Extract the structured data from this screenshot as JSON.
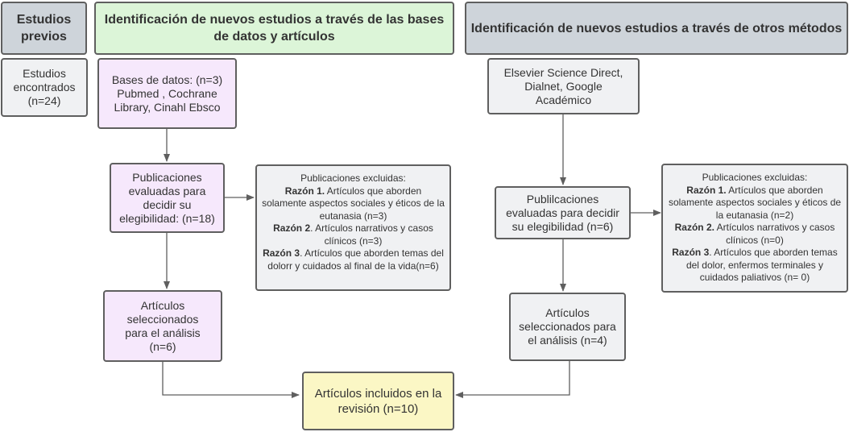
{
  "headers": {
    "previous": "Estudios previos",
    "databases": "Identificación de nuevos estudios a través de las bases de datos y artículos",
    "other": "Identificación de nuevos estudios a través de otros métodos"
  },
  "left": {
    "found": "Estudios encontrados (n=24)",
    "databases": "Bases de datos: (n=3) Pubmed , Cochrane Library, Cinahl  Ebsco",
    "evaluated": "Publicaciones evaluadas para decidir su elegibilidad: (n=18)",
    "excluded": {
      "title": "Publicaciones excluidas:",
      "reason1_label": "Razón 1.",
      "reason1_text": " Artículos  que aborden solamente aspectos sociales y éticos de la eutanasia (n=3)",
      "reason2_label": "Razón 2",
      "reason2_text": ". Artículos  narrativos y casos clínicos (n=3)",
      "reason3_label": "Razón 3",
      "reason3_text": ". Artículos que aborden temas del dolorr y cuidados al final de la vida(n=6)"
    },
    "selected": "Artículos seleccionados para el análisis (n=6)"
  },
  "right": {
    "sources": "Elsevier Science Direct, Dialnet, Google Académico",
    "evaluated": "Publilcaciones evaluadas para decidir su elegibilidad (n=6)",
    "excluded": {
      "title": "Publicaciones excluidas:",
      "reason1_label": "Razón 1.",
      "reason1_text": " Artículos que aborden solamente aspectos sociales y éticos de la eutanasia (n=2)",
      "reason2_label": "Razón 2.",
      "reason2_text": " Artículos  narrativos y casos clínicos (n=0)",
      "reason3_label": "Razón 3",
      "reason3_text": ". Artículos  que aborden temas del dolor, enfermos terminales y cuidados paliativos  (n= 0)"
    },
    "selected": "Artículos seleccionados para el análisis (n=4)"
  },
  "final": "Artículos incluidos en la revisión (n=10)",
  "colors": {
    "header_gray": "#ced4da",
    "header_green": "#dcf5d8",
    "lavender": "#f6e8fc",
    "light_gray": "#f0f1f3",
    "yellow": "#fbf7c5",
    "border": "#5f5f5f"
  }
}
